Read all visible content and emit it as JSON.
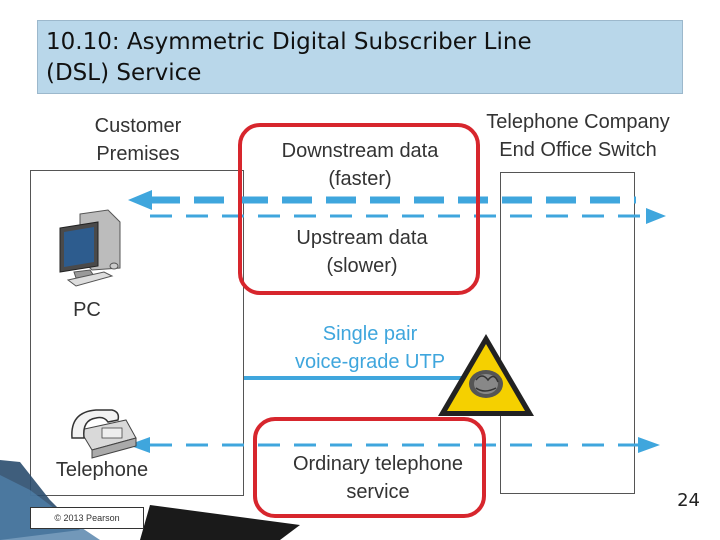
{
  "title": "10.10: Asymmetric Digital Subscriber Line\n(DSL) Service",
  "labels": {
    "customer_premises": "Customer\nPremises",
    "telco_switch": "Telephone Company\nEnd Office Switch",
    "downstream": "Downstream data\n(faster)",
    "upstream": "Upstream data\n(slower)",
    "pc": "PC",
    "utp": "Single pair\nvoice-grade UTP",
    "telephone": "Telephone",
    "ordinary": "Ordinary telephone\nservice"
  },
  "copyright": "© 2013 Pearson",
  "page_number": "24",
  "colors": {
    "title_bg": "#b9d7ea",
    "line_blue": "#3fa6dd",
    "highlight_red": "#d7262d",
    "warning_yellow": "#f5d000"
  },
  "icons": [
    "pc-icon",
    "telephone-icon",
    "warning-brain-icon"
  ]
}
